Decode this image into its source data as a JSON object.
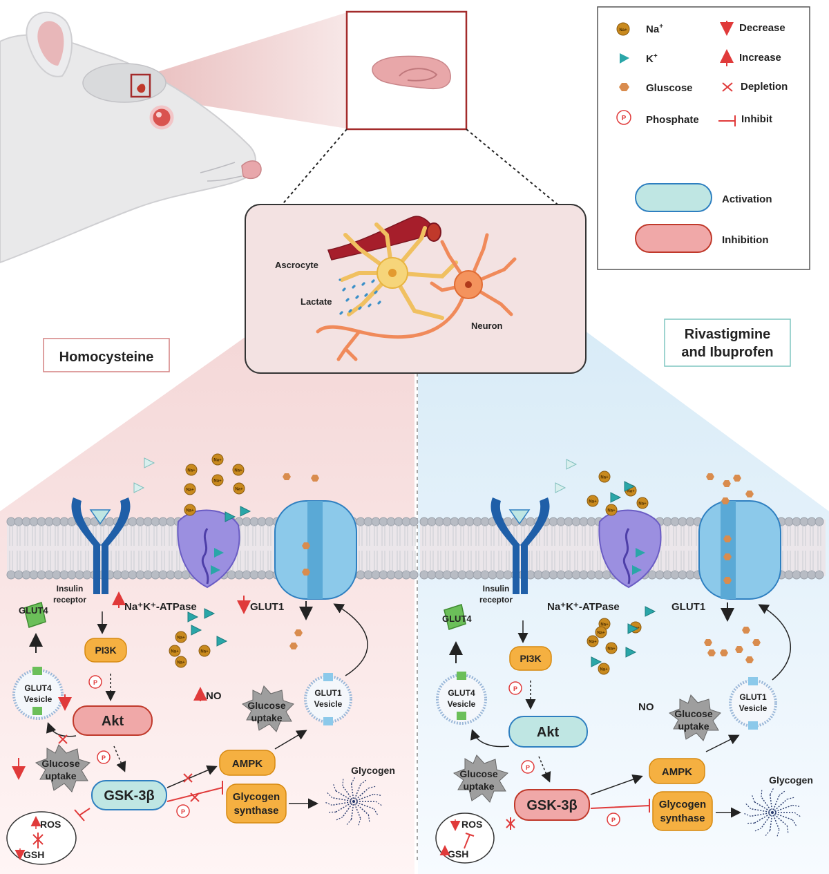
{
  "legend": {
    "items": [
      {
        "symbol": "sodium-ion",
        "label": "Na",
        "sup": "+"
      },
      {
        "symbol": "potassium-ion",
        "label": "K",
        "sup": "+"
      },
      {
        "symbol": "glucose",
        "label": "Gluscose"
      },
      {
        "symbol": "phosphate",
        "label": "Phosphate"
      },
      {
        "symbol": "decrease-arrow",
        "label": "Decrease"
      },
      {
        "symbol": "increase-arrow",
        "label": "Increase"
      },
      {
        "symbol": "depletion-cross",
        "label": "Depletion"
      },
      {
        "symbol": "inhibit-bar",
        "label": "Inhibit"
      },
      {
        "symbol": "activation-pill",
        "label": "Activation"
      },
      {
        "symbol": "inhibition-pill",
        "label": "Inhibition"
      }
    ],
    "phosphate_symbol": "P",
    "ion_symbol": "Na+",
    "potassium_symbol": "K+"
  },
  "cells": {
    "astrocyte": "Ascrocyte",
    "lactate": "Lactate",
    "neuron": "Neuron"
  },
  "conditions": {
    "left": "Homocysteine",
    "right_line1": "Rivastigmine",
    "right_line2": "and Ibuprofen"
  },
  "left_panel": {
    "insulin_line1": "Insulin",
    "insulin_line2": "receptor",
    "atpase": "Na⁺K⁺-ATPase",
    "glut1": "GLUT1",
    "glut4": "GLUT4",
    "pi3k": "PI3K",
    "glut4_vesicle_l1": "GLUT4",
    "glut4_vesicle_l2": "Vesicle",
    "no": "NO",
    "akt": "Akt",
    "glucose_uptake_l1": "Glucose",
    "glucose_uptake_l2": "uptake",
    "glut1_vesicle_l1": "GLUT1",
    "glut1_vesicle_l2": "Vesicle",
    "ampk": "AMPK",
    "gsk": "GSK-3β",
    "glycogen_synthase_l1": "Glycogen",
    "glycogen_synthase_l2": "synthase",
    "glycogen": "Glycogen",
    "ros": "ROS",
    "gsh": "GSH"
  },
  "right_panel": {
    "insulin_line1": "Insulin",
    "insulin_line2": "receptor",
    "atpase": "Na⁺K⁺-ATPase",
    "glut1": "GLUT1",
    "glut4": "GLUT4",
    "pi3k": "PI3K",
    "glut4_vesicle_l1": "GLUT4",
    "glut4_vesicle_l2": "Vesicle",
    "no": "NO",
    "akt": "Akt",
    "glucose_uptake_l1": "Glucose",
    "glucose_uptake_l2": "uptake",
    "glut1_vesicle_l1": "GLUT1",
    "glut1_vesicle_l2": "Vesicle",
    "ampk": "AMPK",
    "gsk": "GSK-3β",
    "glycogen_synthase_l1": "Glycogen",
    "glycogen_synthase_l2": "synthase",
    "glycogen": "Glycogen",
    "ros": "ROS",
    "gsh": "GSH"
  },
  "colors": {
    "activation_fill": "#bfe6e3",
    "activation_stroke": "#2e7fc0",
    "inhibition_fill": "#f0a8a8",
    "inhibition_stroke": "#c0392b",
    "orange_node": "#f5b041",
    "red_arrow": "#e03a3a",
    "left_bg": "#f7dada",
    "right_bg": "#dcecf7",
    "receptor_blue": "#1f5fa8",
    "glut_blue": "#8cc9ea",
    "atpase_purple": "#9b8fe0"
  }
}
